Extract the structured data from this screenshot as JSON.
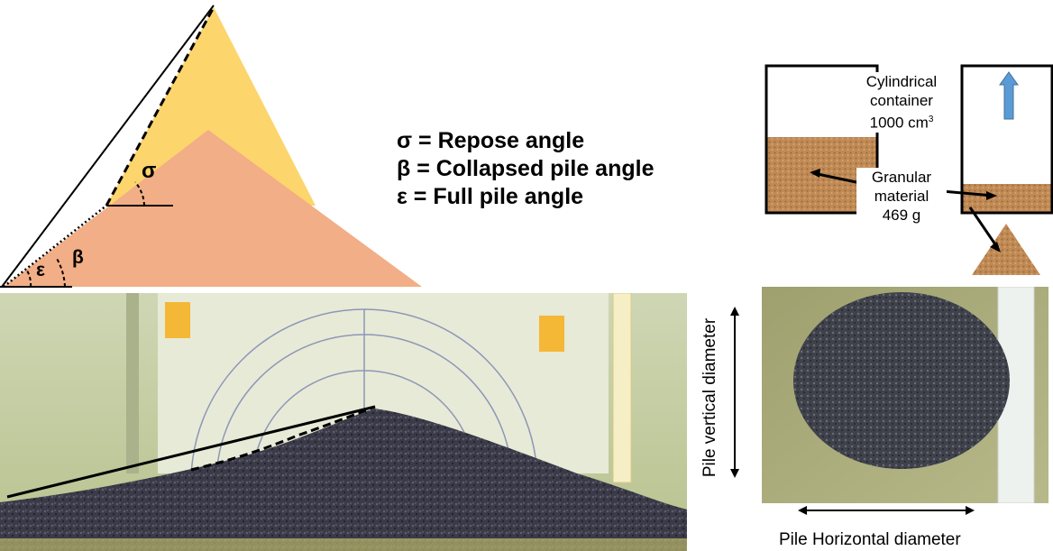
{
  "legend": {
    "sigma": "σ = Repose angle",
    "beta": "β = Collapsed pile angle",
    "epsilon": "ε = Full pile angle"
  },
  "angle_labels": {
    "sigma": "σ",
    "beta": "β",
    "epsilon": "ε"
  },
  "container": {
    "title_line1": "Cylindrical",
    "title_line2": "container",
    "volume_value": "1000 cm",
    "volume_exp": "3",
    "material_line1": "Granular",
    "material_line2": "material",
    "mass": "469 g"
  },
  "captions": {
    "vertical": "Pile vertical diameter",
    "horizontal": "Pile Horizontal diameter"
  },
  "colors": {
    "repose_pile": "#fcd56c",
    "collapsed_pile": "#f2ae86",
    "granular": "#c08a55",
    "arrow": "#5b9bd5"
  }
}
